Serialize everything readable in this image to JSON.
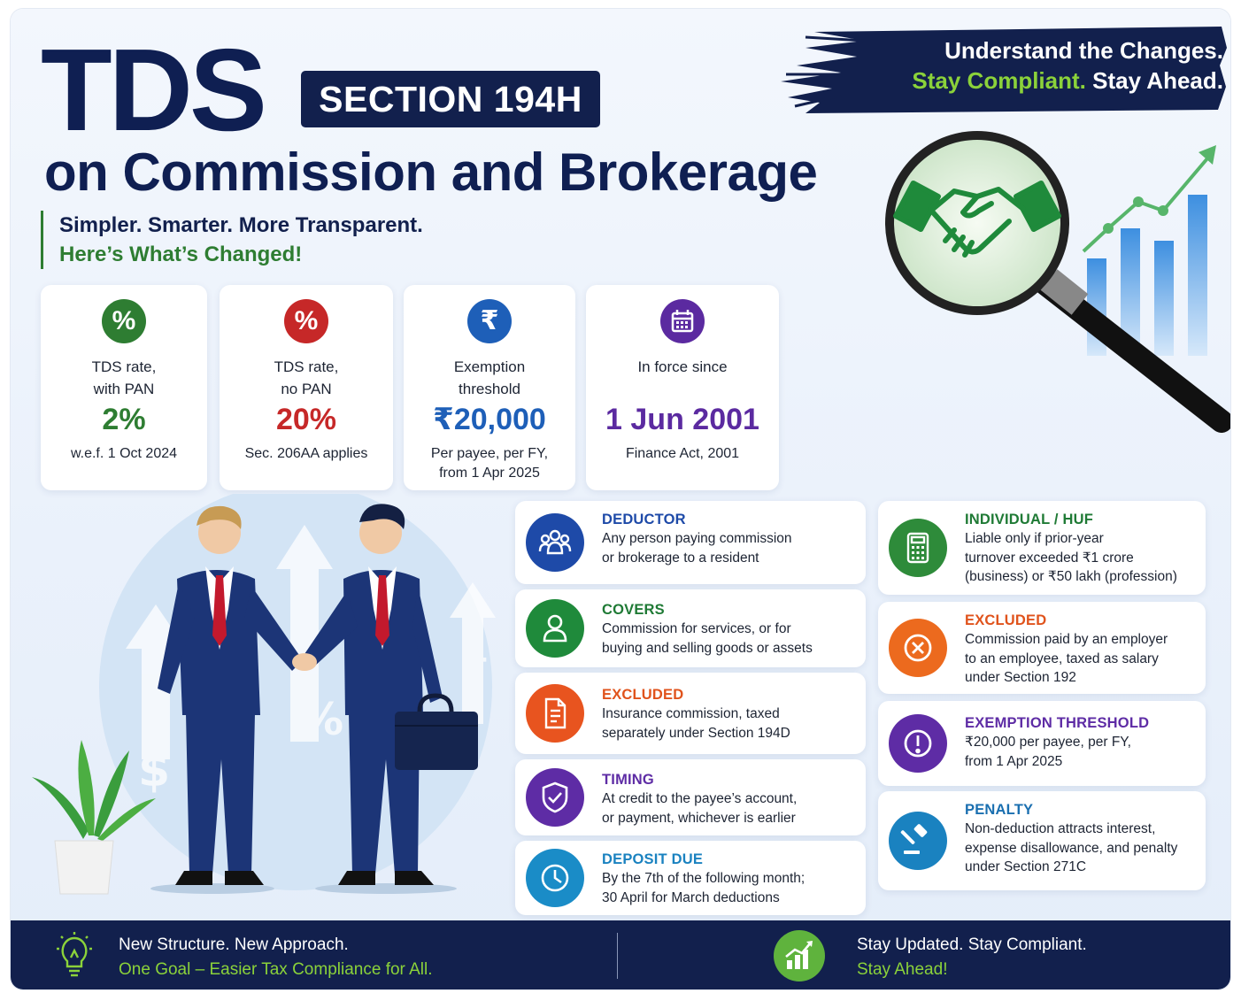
{
  "header": {
    "title_main": "TDS",
    "section_label": "SECTION 194H",
    "title_sub": "on Commission and Brokerage",
    "tagline_line1": "Simpler. Smarter. More Transparent.",
    "tagline_line2": "Here’s What’s Changed!",
    "banner_line1": "Understand the Changes.",
    "banner_line2_accent": "Stay Compliant.",
    "banner_line2_rest": "Stay Ahead."
  },
  "stats": [
    {
      "icon": "percent-icon",
      "label1": "TDS rate,",
      "label2": "with PAN",
      "value": "2%",
      "note1": "w.e.f. 1 Oct 2024",
      "note2": "",
      "color": "#2e7d32"
    },
    {
      "icon": "percent-icon",
      "label1": "TDS rate,",
      "label2": "no PAN",
      "value": "20%",
      "note1": "Sec. 206AA applies",
      "note2": "",
      "color": "#c62828"
    },
    {
      "icon": "rupee-icon",
      "label1": "Exemption",
      "label2": "threshold",
      "value": "₹20,000",
      "note1": "Per payee, per FY,",
      "note2": "from 1 Apr 2025",
      "color": "#1e5fb8"
    },
    {
      "icon": "calendar-icon",
      "label1": "In force since",
      "label2": "",
      "value": "1 Jun 2001",
      "note1": "Finance Act, 2001",
      "note2": "",
      "color": "#5b2aa0"
    }
  ],
  "left_cards": [
    {
      "icon": "people-icon",
      "heading": "DEDUCTOR",
      "line1": "Any person paying commission",
      "line2": "or brokerage to a resident",
      "line3": "",
      "color": "#1e4aa8",
      "head_color": "#1e4aa8"
    },
    {
      "icon": "person-icon",
      "heading": "COVERS",
      "line1": "Commission for services, or for",
      "line2": "buying and selling goods or assets",
      "line3": "",
      "color": "#1f8a3b",
      "head_color": "#1f7a35"
    },
    {
      "icon": "document-icon",
      "heading": "EXCLUDED",
      "line1": "Insurance commission, taxed",
      "line2": "separately under Section 194D",
      "line3": "",
      "color": "#e8541f",
      "head_color": "#e0531c"
    },
    {
      "icon": "shield-check-icon",
      "heading": "TIMING",
      "line1": "At credit to the payee’s account,",
      "line2": "or payment, whichever is earlier",
      "line3": "",
      "color": "#5e2ca5",
      "head_color": "#5e2ca5"
    },
    {
      "icon": "clock-icon",
      "heading": "DEPOSIT DUE",
      "line1": "By the 7th of the following month;",
      "line2": "30 April for March deductions",
      "line3": "",
      "color": "#1a8cc7",
      "head_color": "#1a82c0"
    }
  ],
  "right_cards": [
    {
      "icon": "calculator-icon",
      "heading": "INDIVIDUAL / HUF",
      "line1": "Liable only if prior-year",
      "line2": "turnover exceeded ₹1 crore",
      "line3": "(business) or ₹50 lakh (profession)",
      "color": "#2e8b3a",
      "head_color": "#1f7a35"
    },
    {
      "icon": "x-circle-icon",
      "heading": "EXCLUDED",
      "line1": "Commission paid by an employer",
      "line2": "to an employee, taxed as salary",
      "line3": "under Section 192",
      "color": "#ec6a1e",
      "head_color": "#e0531c"
    },
    {
      "icon": "exclamation-icon",
      "heading": "EXEMPTION THRESHOLD",
      "line1": "₹20,000 per payee, per FY,",
      "line2": "from 1 Apr 2025",
      "line3": "",
      "color": "#5e2ca5",
      "head_color": "#5e2ca5"
    },
    {
      "icon": "gavel-icon",
      "heading": "PENALTY",
      "line1": "Non-deduction attracts interest,",
      "line2": "expense disallowance, and penalty",
      "line3": "under Section 271C",
      "color": "#1a82c0",
      "head_color": "#1a6fb0"
    }
  ],
  "footer": {
    "left_line1": "New Structure. New Approach.",
    "left_line2": "One Goal – Easier Tax Compliance for All.",
    "right_line1": "Stay Updated. Stay Compliant.",
    "right_line2": "Stay Ahead!"
  },
  "colors": {
    "navy": "#12204d",
    "green": "#2e7d32",
    "accent_green": "#8bd23a"
  }
}
